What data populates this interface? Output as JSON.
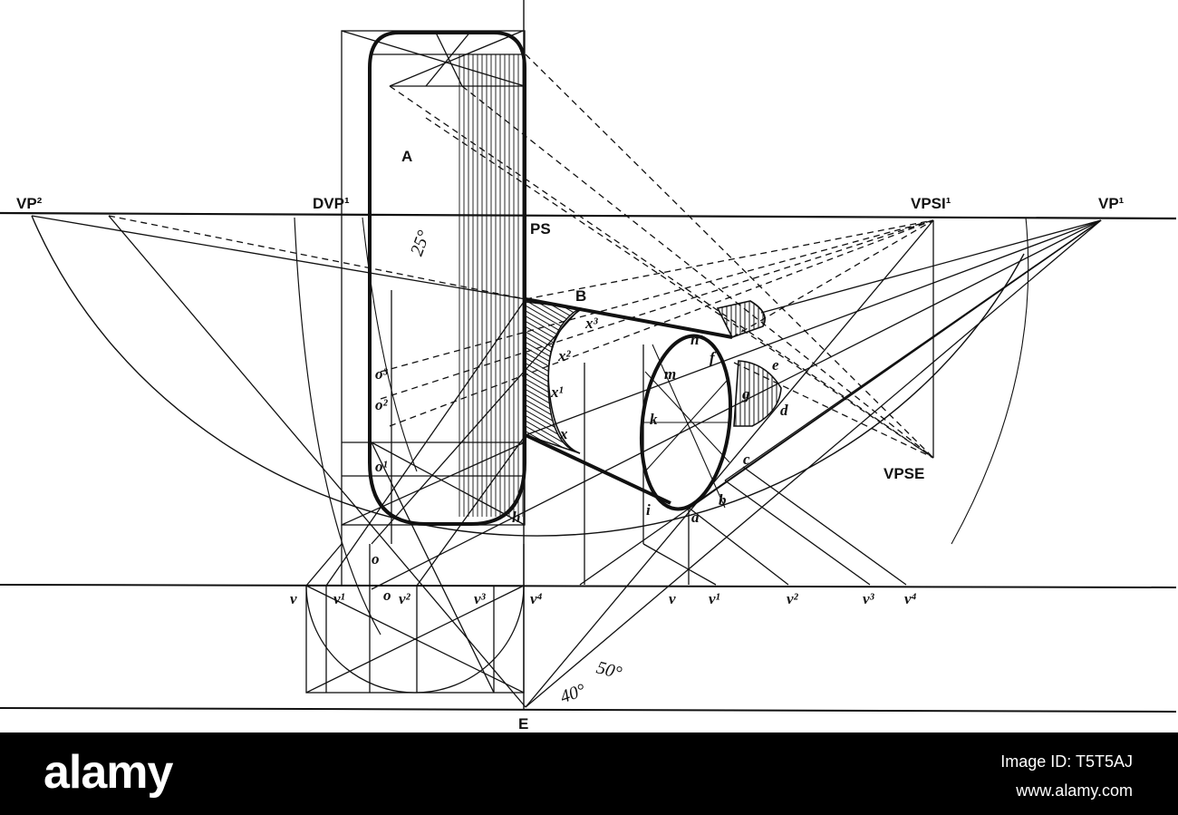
{
  "labels": {
    "vp2": "VP²",
    "dvp1": "DVP¹",
    "vpsi1": "VPSI¹",
    "vp1": "VP¹",
    "ps": "PS",
    "vpse": "VPSE",
    "a_solid": "A",
    "b_solid": "B",
    "e_point": "E",
    "angle_25": "25°",
    "angle_50": "50°",
    "angle_40": "40°"
  },
  "points": [
    "n",
    "m",
    "f",
    "g",
    "e",
    "d",
    "c",
    "b",
    "a",
    "i",
    "h",
    "k",
    "x",
    "x¹",
    "x²",
    "x³",
    "o",
    "o¹",
    "o²",
    "o³"
  ],
  "ground_left": [
    "v",
    "v¹",
    "o",
    "v²",
    "v³",
    "v⁴"
  ],
  "ground_right": [
    "v",
    "v¹",
    "v²",
    "v³",
    "v⁴"
  ],
  "footer": {
    "brand": "alamy",
    "image_id": "Image ID: T5T5AJ",
    "site": "www.alamy.com"
  }
}
